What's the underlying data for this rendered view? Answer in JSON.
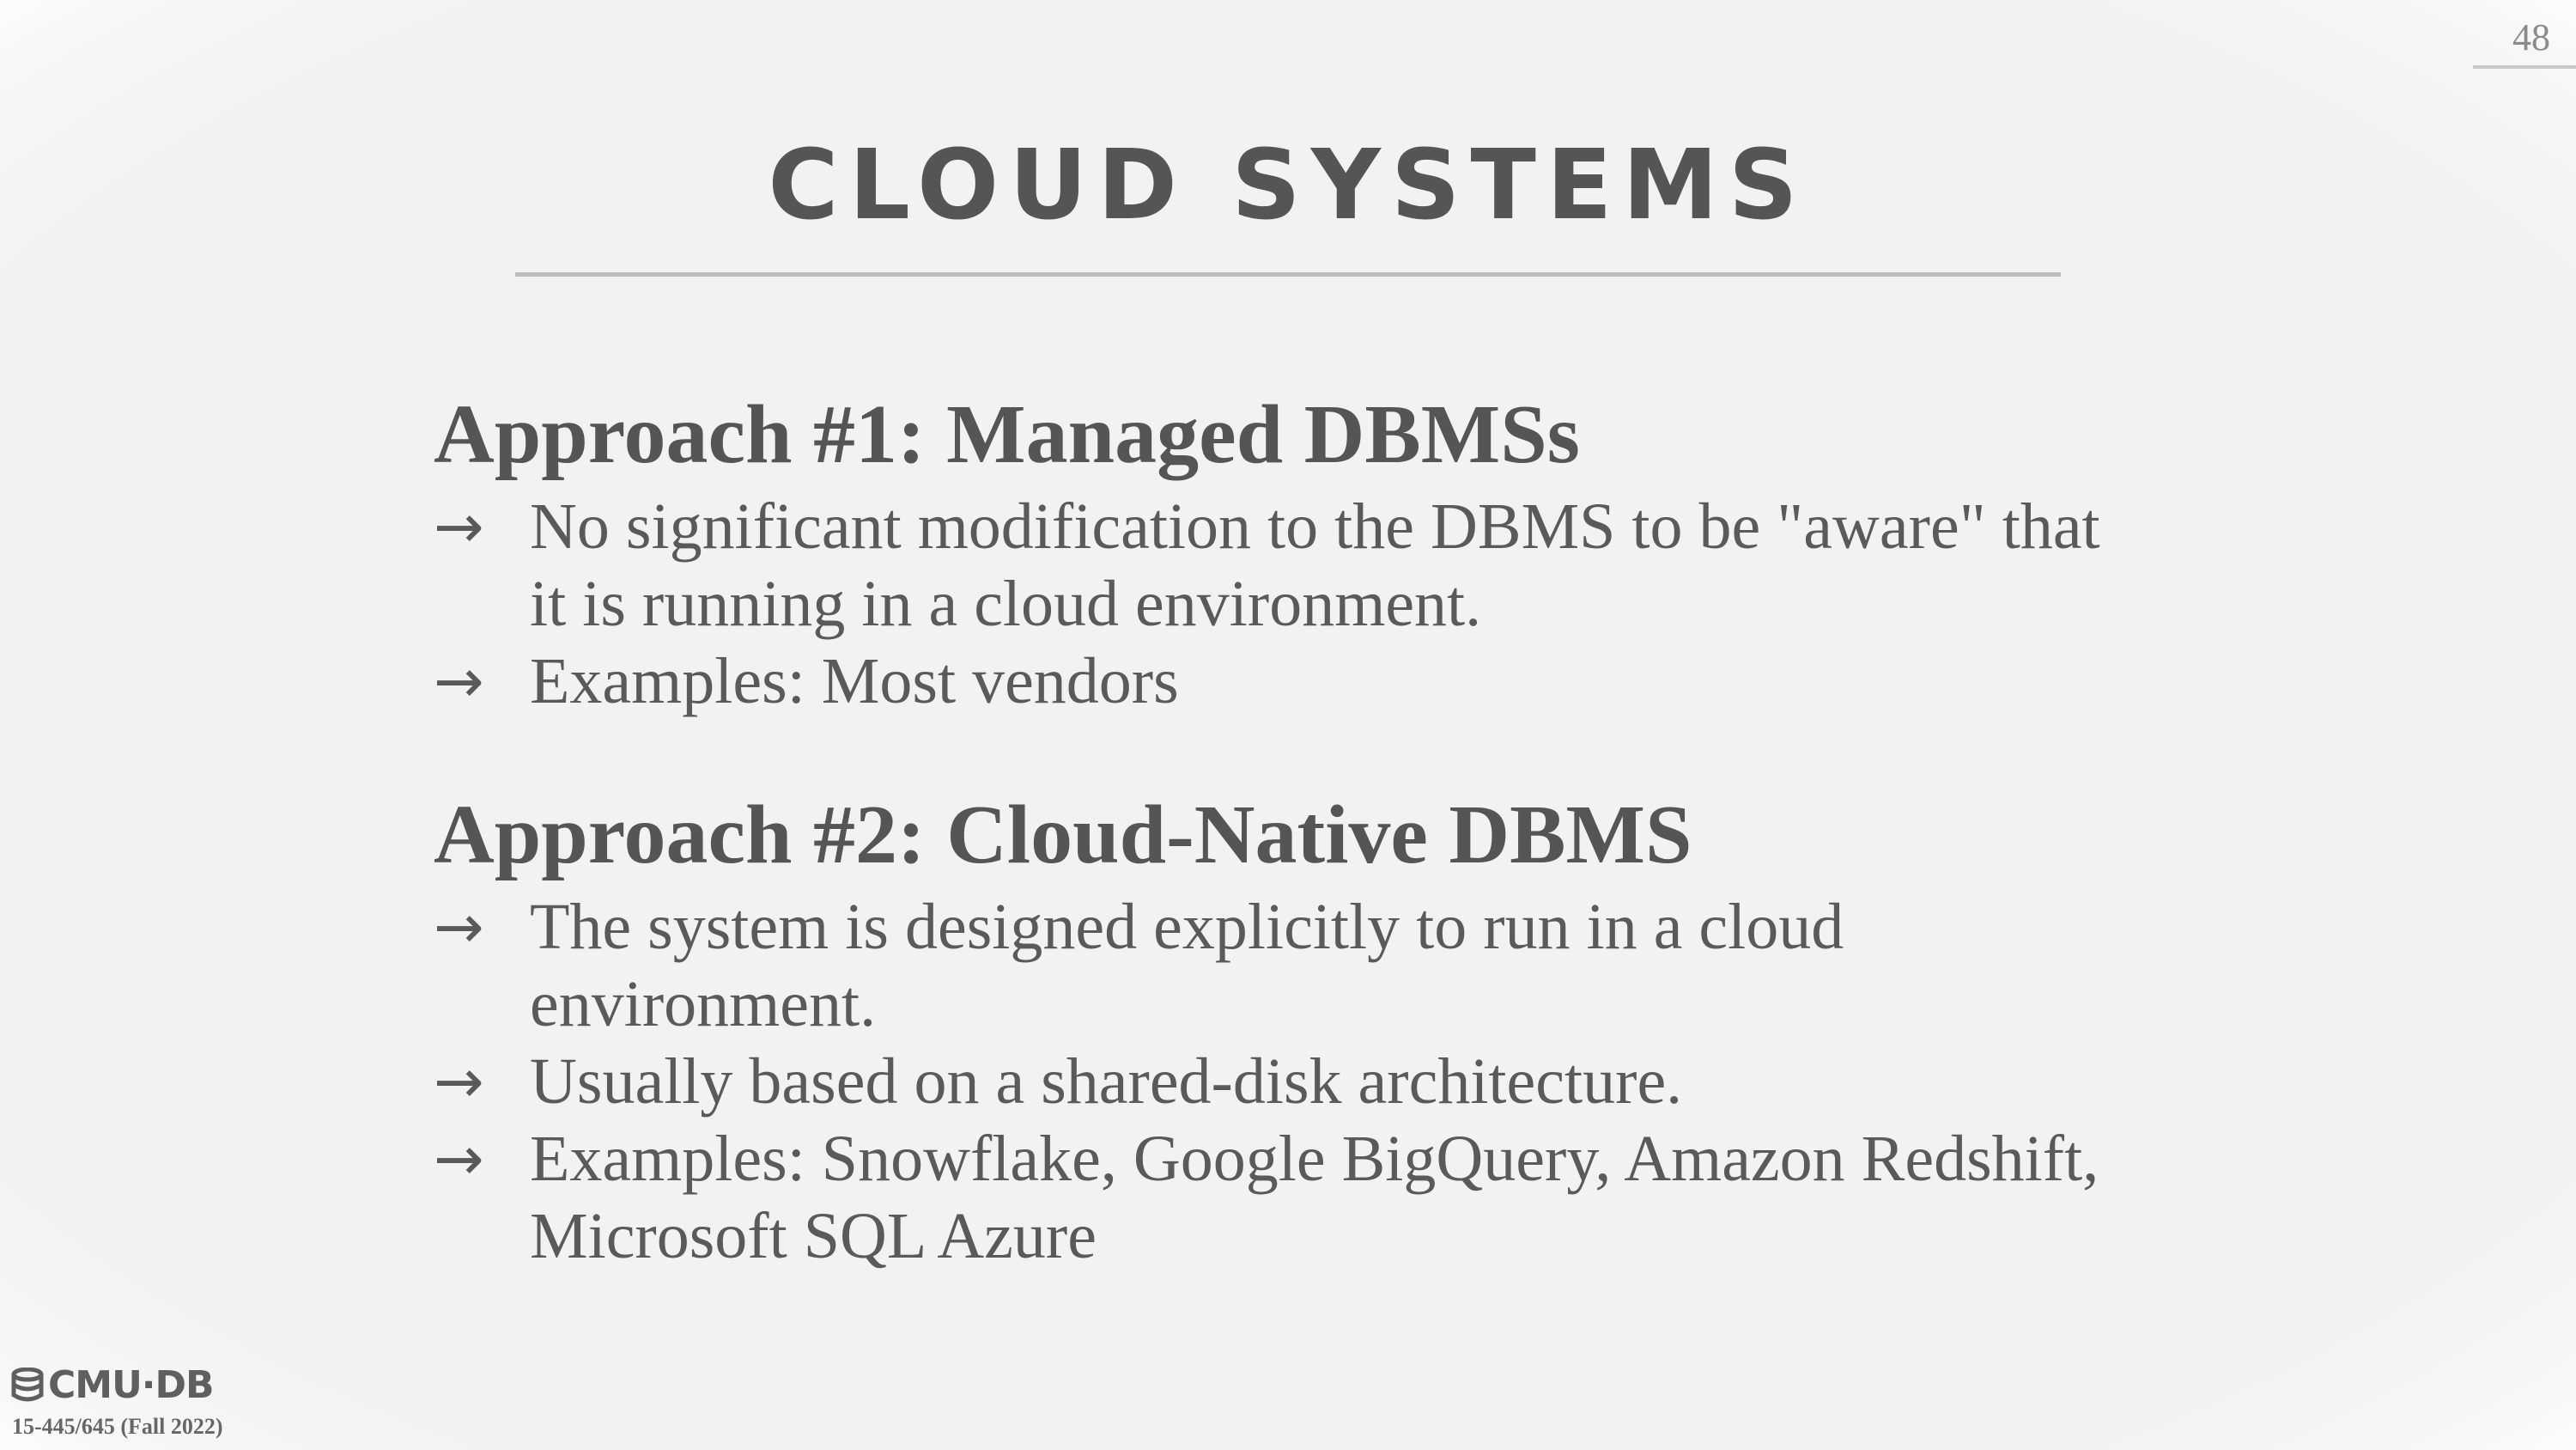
{
  "slide": {
    "page_number": "48",
    "title": "CLOUD SYSTEMS",
    "sections": [
      {
        "heading": "Approach #1: Managed DBMSs",
        "bullets": [
          "No significant modification to the DBMS to be \"aware\" that it is running in a cloud environment.",
          "Examples: Most vendors"
        ]
      },
      {
        "heading": "Approach #2: Cloud-Native DBMS",
        "bullets": [
          "The system is designed explicitly to run in a cloud environment.",
          "Usually based on a shared-disk architecture.",
          "Examples: Snowflake, Google BigQuery, Amazon Redshift, Microsoft SQL Azure"
        ]
      }
    ],
    "bullet_marker": "→"
  },
  "footer": {
    "logo_text": "CMU·DB",
    "logo_icon": "database-icon",
    "course": "15-445/645 (Fall 2022)"
  }
}
